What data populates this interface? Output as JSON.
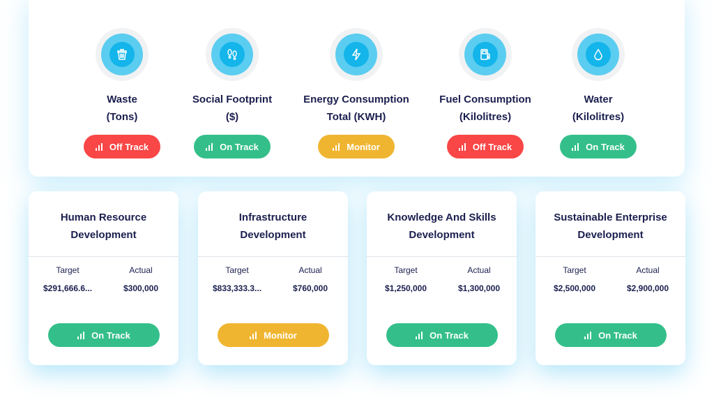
{
  "colors": {
    "off_track": "#f94646",
    "on_track": "#34bf8a",
    "monitor": "#f0b530"
  },
  "metrics": [
    {
      "icon": "trash-icon",
      "line1": "Waste",
      "line2": "(Tons)",
      "status": "Off Track",
      "status_type": "off_track"
    },
    {
      "icon": "footprint-icon",
      "line1": "Social Footprint",
      "line2": "($)",
      "status": "On Track",
      "status_type": "on_track"
    },
    {
      "icon": "lightning-icon",
      "line1": "Energy Consumption",
      "line2": "Total (KWH)",
      "status": "Monitor",
      "status_type": "monitor"
    },
    {
      "icon": "fuel-pump-icon",
      "line1": "Fuel Consumption",
      "line2": "(Kilolitres)",
      "status": "Off Track",
      "status_type": "off_track"
    },
    {
      "icon": "water-drop-icon",
      "line1": "Water",
      "line2": "(Kilolitres)",
      "status": "On Track",
      "status_type": "on_track"
    }
  ],
  "cards": [
    {
      "line1": "Human Resource",
      "line2": "Development",
      "target_label": "Target",
      "actual_label": "Actual",
      "target": "$291,666.6...",
      "actual": "$300,000",
      "status": "On Track",
      "status_type": "on_track"
    },
    {
      "line1": "Infrastructure",
      "line2": "Development",
      "target_label": "Target",
      "actual_label": "Actual",
      "target": "$833,333.3...",
      "actual": "$760,000",
      "status": "Monitor",
      "status_type": "monitor"
    },
    {
      "line1": "Knowledge And Skills",
      "line2": "Development",
      "target_label": "Target",
      "actual_label": "Actual",
      "target": "$1,250,000",
      "actual": "$1,300,000",
      "status": "On Track",
      "status_type": "on_track"
    },
    {
      "line1": "Sustainable Enterprise",
      "line2": "Development",
      "target_label": "Target",
      "actual_label": "Actual",
      "target": "$2,500,000",
      "actual": "$2,900,000",
      "status": "On Track",
      "status_type": "on_track"
    }
  ]
}
